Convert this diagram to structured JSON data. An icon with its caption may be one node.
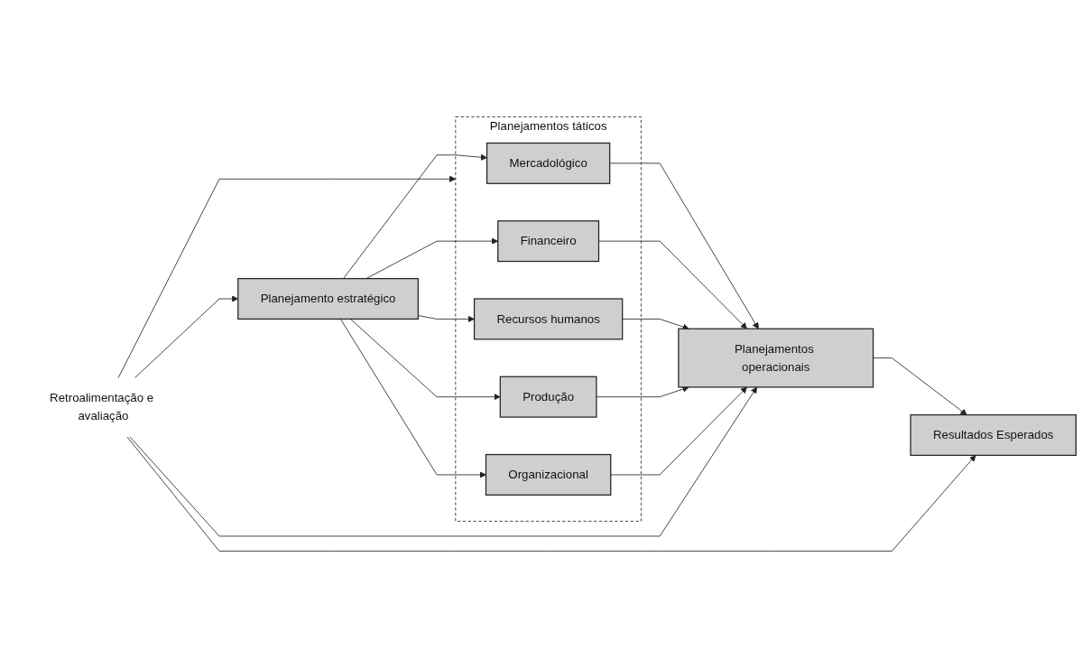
{
  "diagram": {
    "nodes": [
      {
        "text": [
          "Planejamentos táticos"
        ]
      },
      {
        "text": [
          "Mercadológico"
        ],
        "in": 0
      },
      {
        "text": [
          "Financeiro"
        ],
        "in": 0
      },
      {
        "text": [
          "Recursos humanos"
        ],
        "in": 0
      },
      {
        "text": [
          "Produção"
        ],
        "in": 0
      },
      {
        "text": [
          "Organizacional"
        ],
        "in": 0
      },
      {
        "text": [
          "Planejamento estratégico"
        ]
      },
      {
        "text": [
          "Planejamentos operacionais"
        ]
      },
      {
        "text": [
          "Resultados Esperados"
        ]
      },
      {
        "text": [
          "Retroalimentação e avaliação"
        ]
      }
    ],
    "edges": [
      {
        "from": 6,
        "to": 1,
        "arrow": "to"
      },
      {
        "from": 6,
        "to": 2,
        "arrow": "to"
      },
      {
        "from": 6,
        "to": 3,
        "arrow": "to"
      },
      {
        "from": 6,
        "to": 4,
        "arrow": "to"
      },
      {
        "from": 6,
        "to": 5,
        "arrow": "to"
      },
      {
        "from": 1,
        "to": 7,
        "arrow": "to"
      },
      {
        "from": 2,
        "to": 7,
        "arrow": "to"
      },
      {
        "from": 3,
        "to": 7,
        "arrow": "to"
      },
      {
        "from": 4,
        "to": 7,
        "arrow": "to"
      },
      {
        "from": 5,
        "to": 7,
        "arrow": "to"
      },
      {
        "from": 7,
        "to": 8,
        "arrow": "to"
      },
      {
        "from": 9,
        "to": 6,
        "arrow": "to"
      },
      {
        "from": 9,
        "to": 0,
        "arrow": "to"
      },
      {
        "from": 9,
        "to": 7,
        "arrow": "to"
      },
      {
        "from": 9,
        "to": 8,
        "arrow": "to"
      }
    ]
  }
}
